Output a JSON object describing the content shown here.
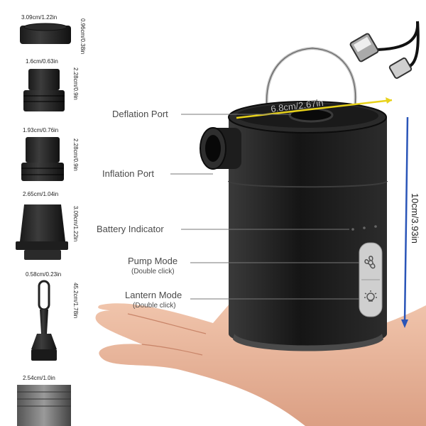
{
  "nozzles": [
    {
      "width": "3.09cm/1.22in",
      "height": "0.96cm/0.38in"
    },
    {
      "width": "1.6cm/0.63in",
      "height": "2.28cm/0.9in"
    },
    {
      "width": "1.93cm/0.76in",
      "height": "2.28cm/0.9in"
    },
    {
      "width": "2.65cm/1.04in",
      "height": "3.09cm/1.22in"
    },
    {
      "width": "0.58cm/0.23in",
      "height": "45.2cm/1.78in"
    },
    {
      "width": "2.54cm/1.0in",
      "height": ""
    }
  ],
  "callouts": {
    "deflation": "Deflation Port",
    "inflation": "Inflation Port",
    "battery": "Battery Indicator",
    "pump": "Pump Mode",
    "pump_sub": "(Double click)",
    "lantern": "Lantern Mode",
    "lantern_sub": "(Double click)"
  },
  "measurements": {
    "diameter": "6.8cm/2.67in",
    "height": "10cm/3.93in"
  },
  "colors": {
    "body": "#1c1c1c",
    "diameter_line": "#e8d21a",
    "height_line": "#2a55b8",
    "callout_text": "#4a4a4a"
  },
  "icons": [
    "usb-cable-icon",
    "fan-icon",
    "lantern-icon"
  ]
}
